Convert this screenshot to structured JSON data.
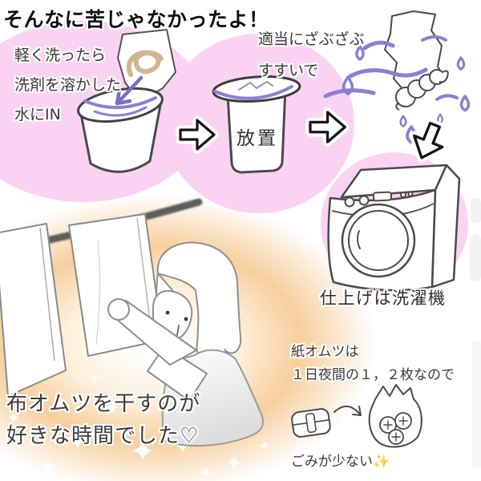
{
  "title": "そんなに苦じゃなかったよ！",
  "steps": {
    "step1": {
      "lines": [
        "軽く洗ったら",
        "洗剤を溶かした",
        "水にIN"
      ]
    },
    "step2": {
      "bucket_label": "放置"
    },
    "step3": {
      "lines": [
        "適当にざぶざぶ",
        "すすいで"
      ]
    },
    "step4": {
      "caption": "仕上げは洗濯機"
    }
  },
  "hanging_scene": {
    "caption_line1": "布オムツを干すのが",
    "caption_line2": "好きな時間でした♡"
  },
  "note": {
    "line1": "紙オムツは",
    "line2": "１日夜間の１，２枚なので",
    "line3": "ごみが少ない",
    "sparkle": "✨"
  },
  "colors": {
    "circle_pink": "#fbd3f2",
    "water_purple": "#8a7fd2",
    "glow_orange": "#f7cf9d",
    "ink": "#3a3a3a",
    "scribble_beige": "#c9a87e",
    "sparkle_gold": "#e8b83e"
  }
}
